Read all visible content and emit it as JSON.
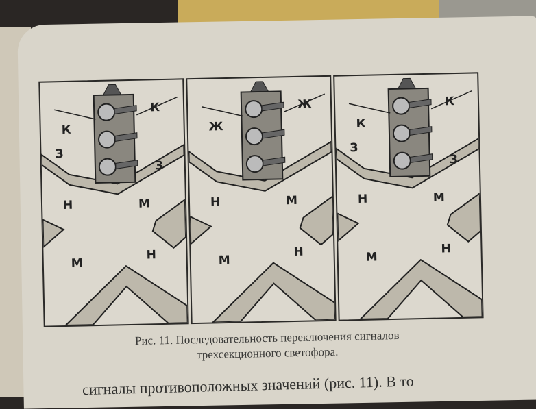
{
  "figure": {
    "panels": [
      {
        "labels": {
          "top_left": "К",
          "top_right": "К",
          "bottom_left": "З",
          "bottom_right": "З",
          "road": [
            "Н",
            "М",
            "М",
            "Н"
          ]
        }
      },
      {
        "labels": {
          "top_left": "Ж",
          "top_right": "Ж",
          "road": [
            "Н",
            "М",
            "М",
            "Н"
          ]
        }
      },
      {
        "labels": {
          "top_left": "К",
          "top_right": "К",
          "bottom_left": "З",
          "bottom_right": "З",
          "road": [
            "Н",
            "М",
            "М",
            "Н"
          ]
        }
      }
    ],
    "caption_line1": "Рис. 11. Последовательность переключения сигналов",
    "caption_line2": "трехсекционного светофора."
  },
  "body_text": "сигналы противоположных значений (рис. 11). В то"
}
